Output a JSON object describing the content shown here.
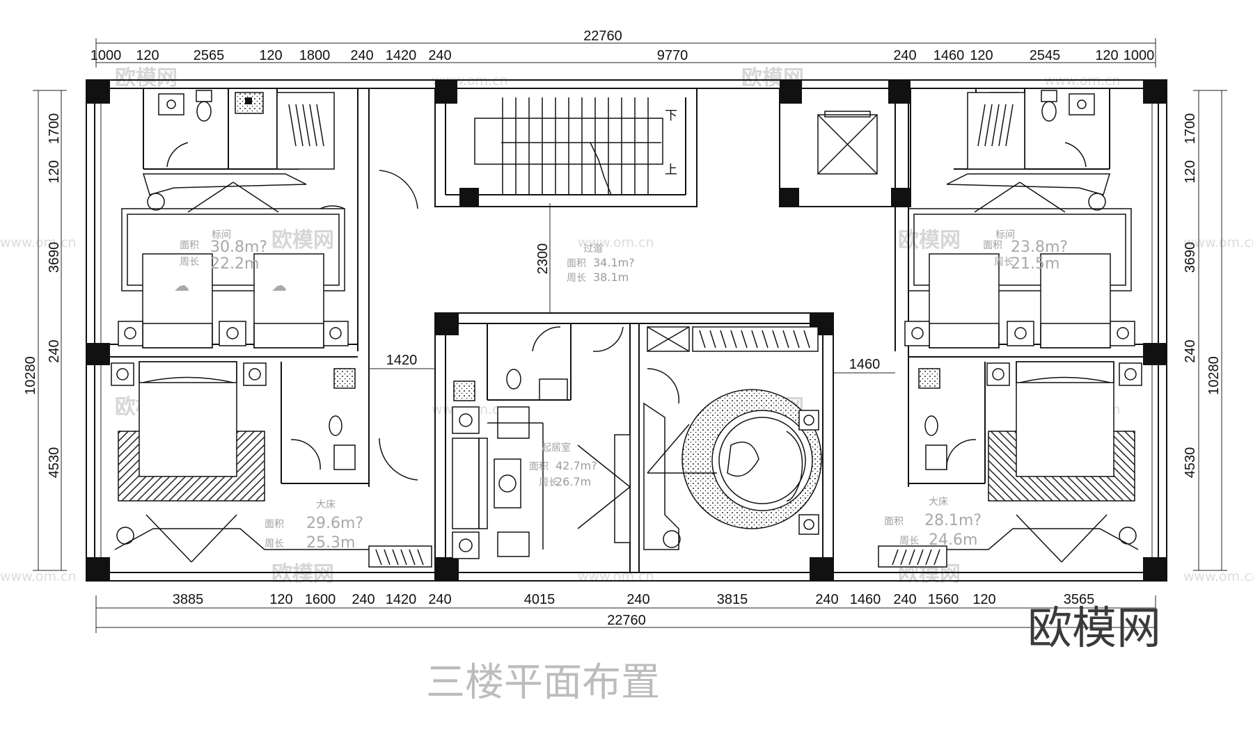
{
  "drawing": {
    "title": "三楼平面布置",
    "brand": "欧模网",
    "watermark_cn": "欧模网",
    "watermark_url": "www.om.cn"
  },
  "dimensions": {
    "top_total": "22760",
    "top_segments": [
      "1000",
      "120",
      "2565",
      "120",
      "1800",
      "240",
      "1420",
      "240",
      "9770",
      "240",
      "1460",
      "120",
      "2545",
      "120",
      "1000"
    ],
    "bottom_total": "22760",
    "bottom_segments": [
      "3885",
      "120",
      "1600",
      "240",
      "1420",
      "240",
      "4015",
      "240",
      "3815",
      "240",
      "1460",
      "240",
      "1560",
      "120",
      "3565"
    ],
    "left_total": "10280",
    "left_segments": [
      "1700",
      "120",
      "3690",
      "240",
      "4530"
    ],
    "right_total": "10280",
    "right_segments": [
      "1700",
      "120",
      "3690",
      "240",
      "4530"
    ],
    "inner": [
      "2300",
      "1420",
      "1460"
    ]
  },
  "stairs": {
    "down": "下",
    "up": "上"
  },
  "rooms": [
    {
      "name": "标间",
      "area_label": "面积",
      "area": "30.8m?",
      "perimeter_label": "周长",
      "perimeter": "22.2m"
    },
    {
      "name": "过道",
      "area_label": "面积",
      "area": "34.1m?",
      "perimeter_label": "周长",
      "perimeter": "38.1m"
    },
    {
      "name": "标间",
      "area_label": "面积",
      "area": "23.8m?",
      "perimeter_label": "周长",
      "perimeter": "21.5m"
    },
    {
      "name": "起居室",
      "area_label": "面积",
      "area": "42.7m?",
      "perimeter_label": "周长",
      "perimeter": "26.7m"
    },
    {
      "name": "大床",
      "area_label": "面积",
      "area": "29.6m?",
      "perimeter_label": "周长",
      "perimeter": "25.3m"
    },
    {
      "name": "大床",
      "area_label": "面积",
      "area": "28.1m?",
      "perimeter_label": "周长",
      "perimeter": "24.6m"
    }
  ]
}
